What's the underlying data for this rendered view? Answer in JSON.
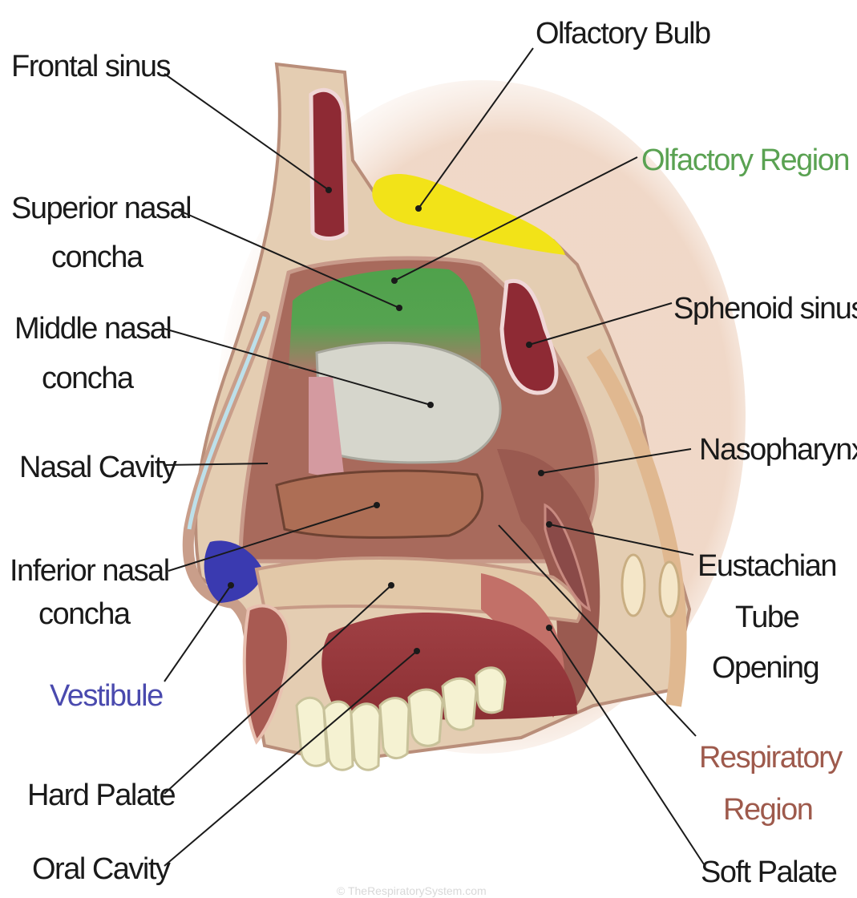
{
  "diagram": {
    "labels": {
      "frontal_sinus": "Frontal sinus",
      "olfactory_bulb": "Olfactory Bulb",
      "olfactory_region": "Olfactory Region",
      "superior_concha": [
        "Superior nasal",
        "concha"
      ],
      "middle_concha": [
        "Middle nasal",
        "concha"
      ],
      "sphenoid_sinus": "Sphenoid sinus",
      "nasal_cavity": "Nasal Cavity",
      "nasopharynx": "Nasopharynx",
      "inferior_concha": [
        "Inferior nasal",
        "concha"
      ],
      "eustachian": [
        "Eustachian",
        "Tube",
        "Opening"
      ],
      "vestibule": "Vestibule",
      "respiratory_region": [
        "Respiratory",
        "Region"
      ],
      "hard_palate": "Hard Palate",
      "oral_cavity": "Oral Cavity",
      "soft_palate": "Soft Palate"
    },
    "watermark": "© TheRespiratorySystem.com",
    "colors": {
      "olfactory_region": "#5aa252",
      "vestibule": "#4a4aae",
      "respiratory_region": "#9e5a4c",
      "olfactory_bulb": "#f1e21a",
      "sinus": "#8e2a34",
      "label": "#1a1a1a"
    }
  }
}
